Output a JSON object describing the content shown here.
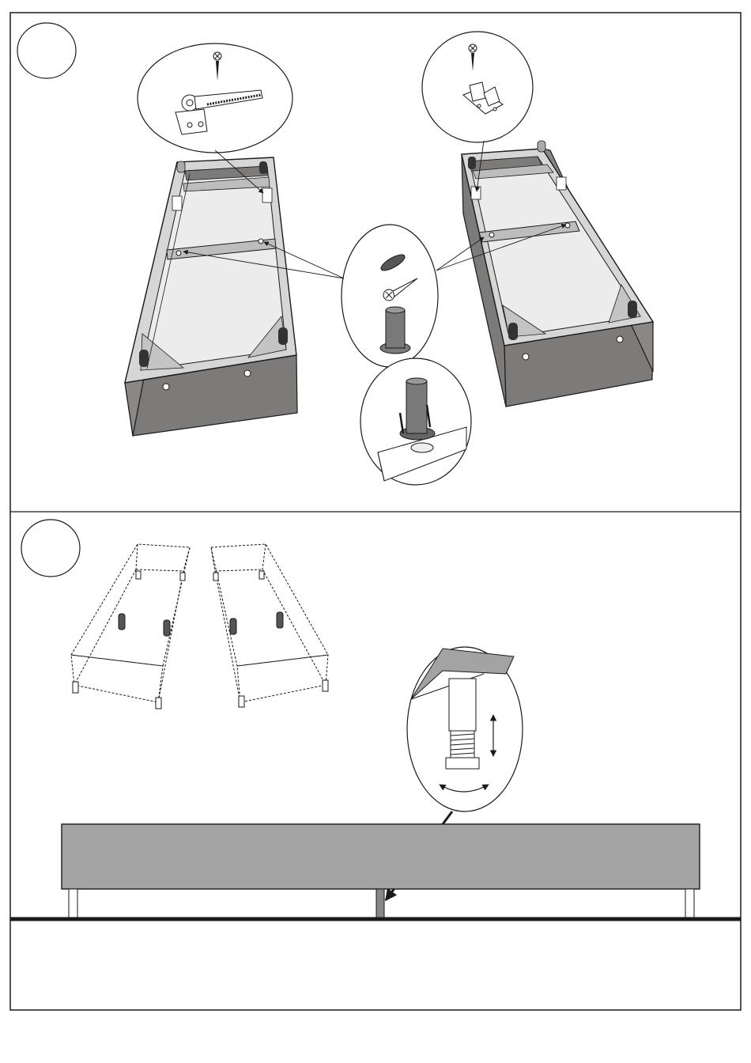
{
  "steps": [
    {
      "number": "",
      "panel": "top",
      "content": "two-bed-base-frames-with-callouts",
      "callouts": [
        "hinge-bracket-detail",
        "clip-bracket-detail",
        "cap-screw-leg-socket-detail",
        "leg-socket-screw-mount-detail"
      ]
    },
    {
      "number": "",
      "panel": "middle",
      "content": "two-bases-with-legs-and-adjustable-foot",
      "callouts": [
        "adjustable-foot-detail"
      ]
    }
  ],
  "colors": {
    "frame_outline": "#1a1a1a",
    "base_side": "#7d7a7a",
    "base_interior": "#ececec",
    "rail": "#bdbdbd",
    "side_panel": "#a3a3a3",
    "leg_dark": "#333333"
  },
  "footer_panel": {
    "text": ""
  }
}
